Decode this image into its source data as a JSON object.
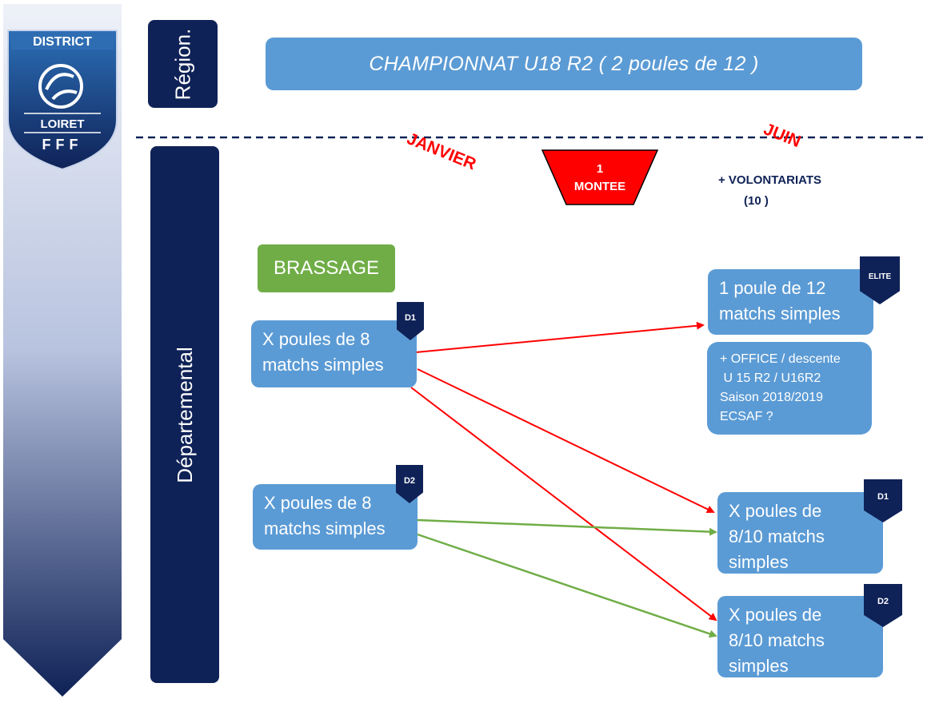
{
  "logo": {
    "top_text": "DISTRICT",
    "middle_text": "LOIRET",
    "bottom_text": "FFF"
  },
  "labels": {
    "region": "Région.",
    "departemental": "Départemental"
  },
  "title": "CHAMPIONNAT U18  R2   ( 2 poules de 12 )",
  "months": {
    "start": "JANVIER",
    "end": "JUIN"
  },
  "montee": {
    "line1": "1",
    "line2": "MONTEE"
  },
  "volontariats": {
    "line1": "+ VOLONTARIATS",
    "line2": "(10 )"
  },
  "brassage": "BRASSAGE",
  "left_boxes": [
    {
      "tag": "D1",
      "line1": "X poules de 8",
      "line2": "matchs simples"
    },
    {
      "tag": "D2",
      "line1": "X poules de 8",
      "line2": "matchs simples"
    }
  ],
  "elite_box": {
    "tag": "ELITE",
    "line1": "1 poule de 12",
    "line2": "matchs simples"
  },
  "office_box": {
    "lines": [
      "+ OFFICE / descente",
      " U 15 R2 / U16R2",
      "Saison 2018/2019",
      "ECSAF ?"
    ]
  },
  "right_boxes": [
    {
      "tag": "D1",
      "line1": "X poules de",
      "line2": "8/10 matchs",
      "line3": "simples"
    },
    {
      "tag": "D2",
      "line1": "X poules de",
      "line2": "8/10 matchs",
      "line3": "simples"
    }
  ],
  "colors": {
    "navy": "#0f2257",
    "blue": "#5b9bd5",
    "green": "#70ad47",
    "red": "#ff0000",
    "arrow_green": "#70ad47"
  }
}
